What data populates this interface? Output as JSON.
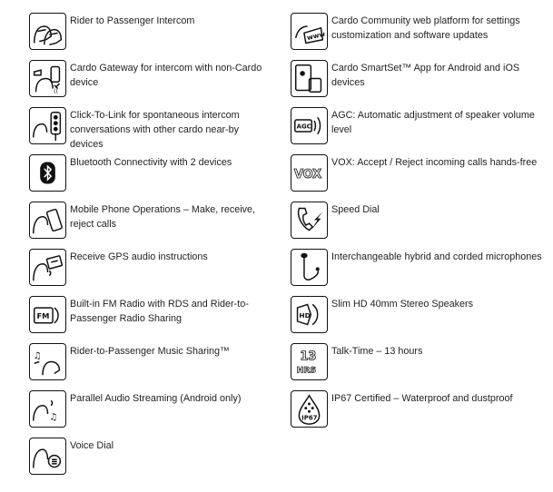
{
  "left_features": [
    {
      "text": "Rider to Passenger Intercom",
      "icon": "two-riders-icon"
    },
    {
      "text": "Cardo Gateway for intercom with non-Cardo device",
      "icon": "gateway-icon"
    },
    {
      "text": "Click-To-Link for spontaneous intercom conversations with other cardo near-by devices",
      "icon": "traffic-light-icon"
    },
    {
      "text": "Bluetooth Connectivity with 2 devices",
      "icon": "bluetooth-icon"
    },
    {
      "text": "Mobile Phone Operations – Make, receive, reject calls",
      "icon": "mobile-phone-icon"
    },
    {
      "text": "Receive GPS audio instructions",
      "icon": "gps-icon"
    },
    {
      "text": "Built-in FM Radio with RDS and Rider-to-Passenger Radio Sharing",
      "icon": "fm-radio-icon"
    },
    {
      "text": "Rider-to-Passenger Music Sharing™",
      "icon": "music-sharing-icon"
    },
    {
      "text": "Parallel Audio Streaming (Android only)",
      "icon": "parallel-audio-icon"
    },
    {
      "text": "Voice Dial",
      "icon": "voice-dial-icon"
    }
  ],
  "right_features": [
    {
      "text": "Cardo Community web platform for settings customization and software updates",
      "icon": "www-icon"
    },
    {
      "text": "Cardo SmartSet™ App for Android and iOS devices",
      "icon": "smartset-app-icon"
    },
    {
      "text": "AGC: Automatic adjustment of speaker volume level",
      "icon": "agc-icon"
    },
    {
      "text": "VOX: Accept / Reject incoming calls hands-free",
      "icon": "vox-icon"
    },
    {
      "text": "Speed Dial",
      "icon": "speed-dial-icon"
    },
    {
      "text": "Interchangeable hybrid and corded microphones",
      "icon": "microphone-icon"
    },
    {
      "text": "Slim HD 40mm Stereo Speakers",
      "icon": "hd-speaker-icon"
    },
    {
      "text": "Talk-Time – 13 hours",
      "icon": "talk-time-icon"
    },
    {
      "text": "IP67 Certified – Waterproof and dustproof",
      "icon": "ip67-icon"
    }
  ],
  "icon_text": {
    "www": "www",
    "agc": "AGC",
    "vox": "VOX",
    "hd": "HD",
    "fm": "FM",
    "talk_num": "13",
    "talk_unit": "HRS",
    "ip": "IP67"
  }
}
